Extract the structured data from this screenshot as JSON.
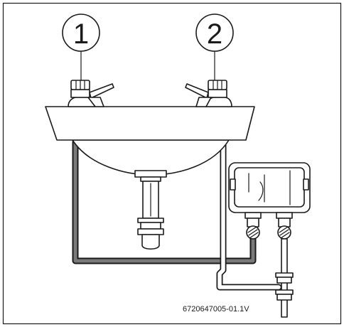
{
  "callouts": [
    {
      "label": "1"
    },
    {
      "label": "2"
    }
  ],
  "document_code": "6720647005-01.1V",
  "colors": {
    "line": "#1a1a1a",
    "pipe_fill_dark": "#7a7a7a",
    "background": "#ffffff"
  }
}
